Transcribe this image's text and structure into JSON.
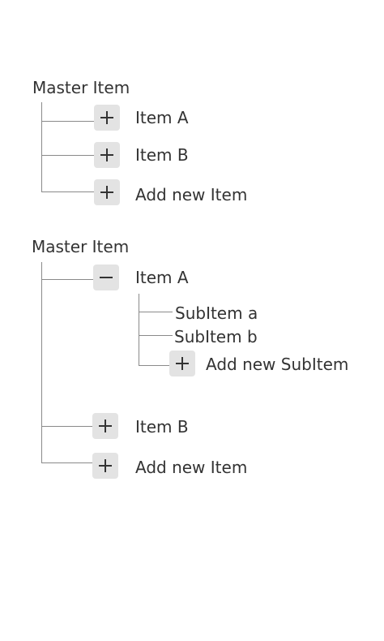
{
  "tree_collapsed": {
    "title": "Master Item",
    "items": [
      {
        "label": "Item A",
        "icon": "plus-icon"
      },
      {
        "label": "Item B",
        "icon": "plus-icon"
      },
      {
        "label": "Add new Item",
        "icon": "plus-icon"
      }
    ]
  },
  "tree_expanded": {
    "title": "Master Item",
    "item_a": {
      "label": "Item A",
      "icon": "minus-icon"
    },
    "subitems": [
      {
        "label": "SubItem a"
      },
      {
        "label": "SubItem b"
      },
      {
        "label": "Add new SubItem",
        "icon": "plus-icon"
      }
    ],
    "item_b": {
      "label": "Item B",
      "icon": "plus-icon"
    },
    "add_item": {
      "label": "Add new Item",
      "icon": "plus-icon"
    }
  },
  "colors": {
    "text": "#333333",
    "line": "#8a8a8a",
    "button_bg": "#e3e3e3",
    "icon": "#333333"
  }
}
